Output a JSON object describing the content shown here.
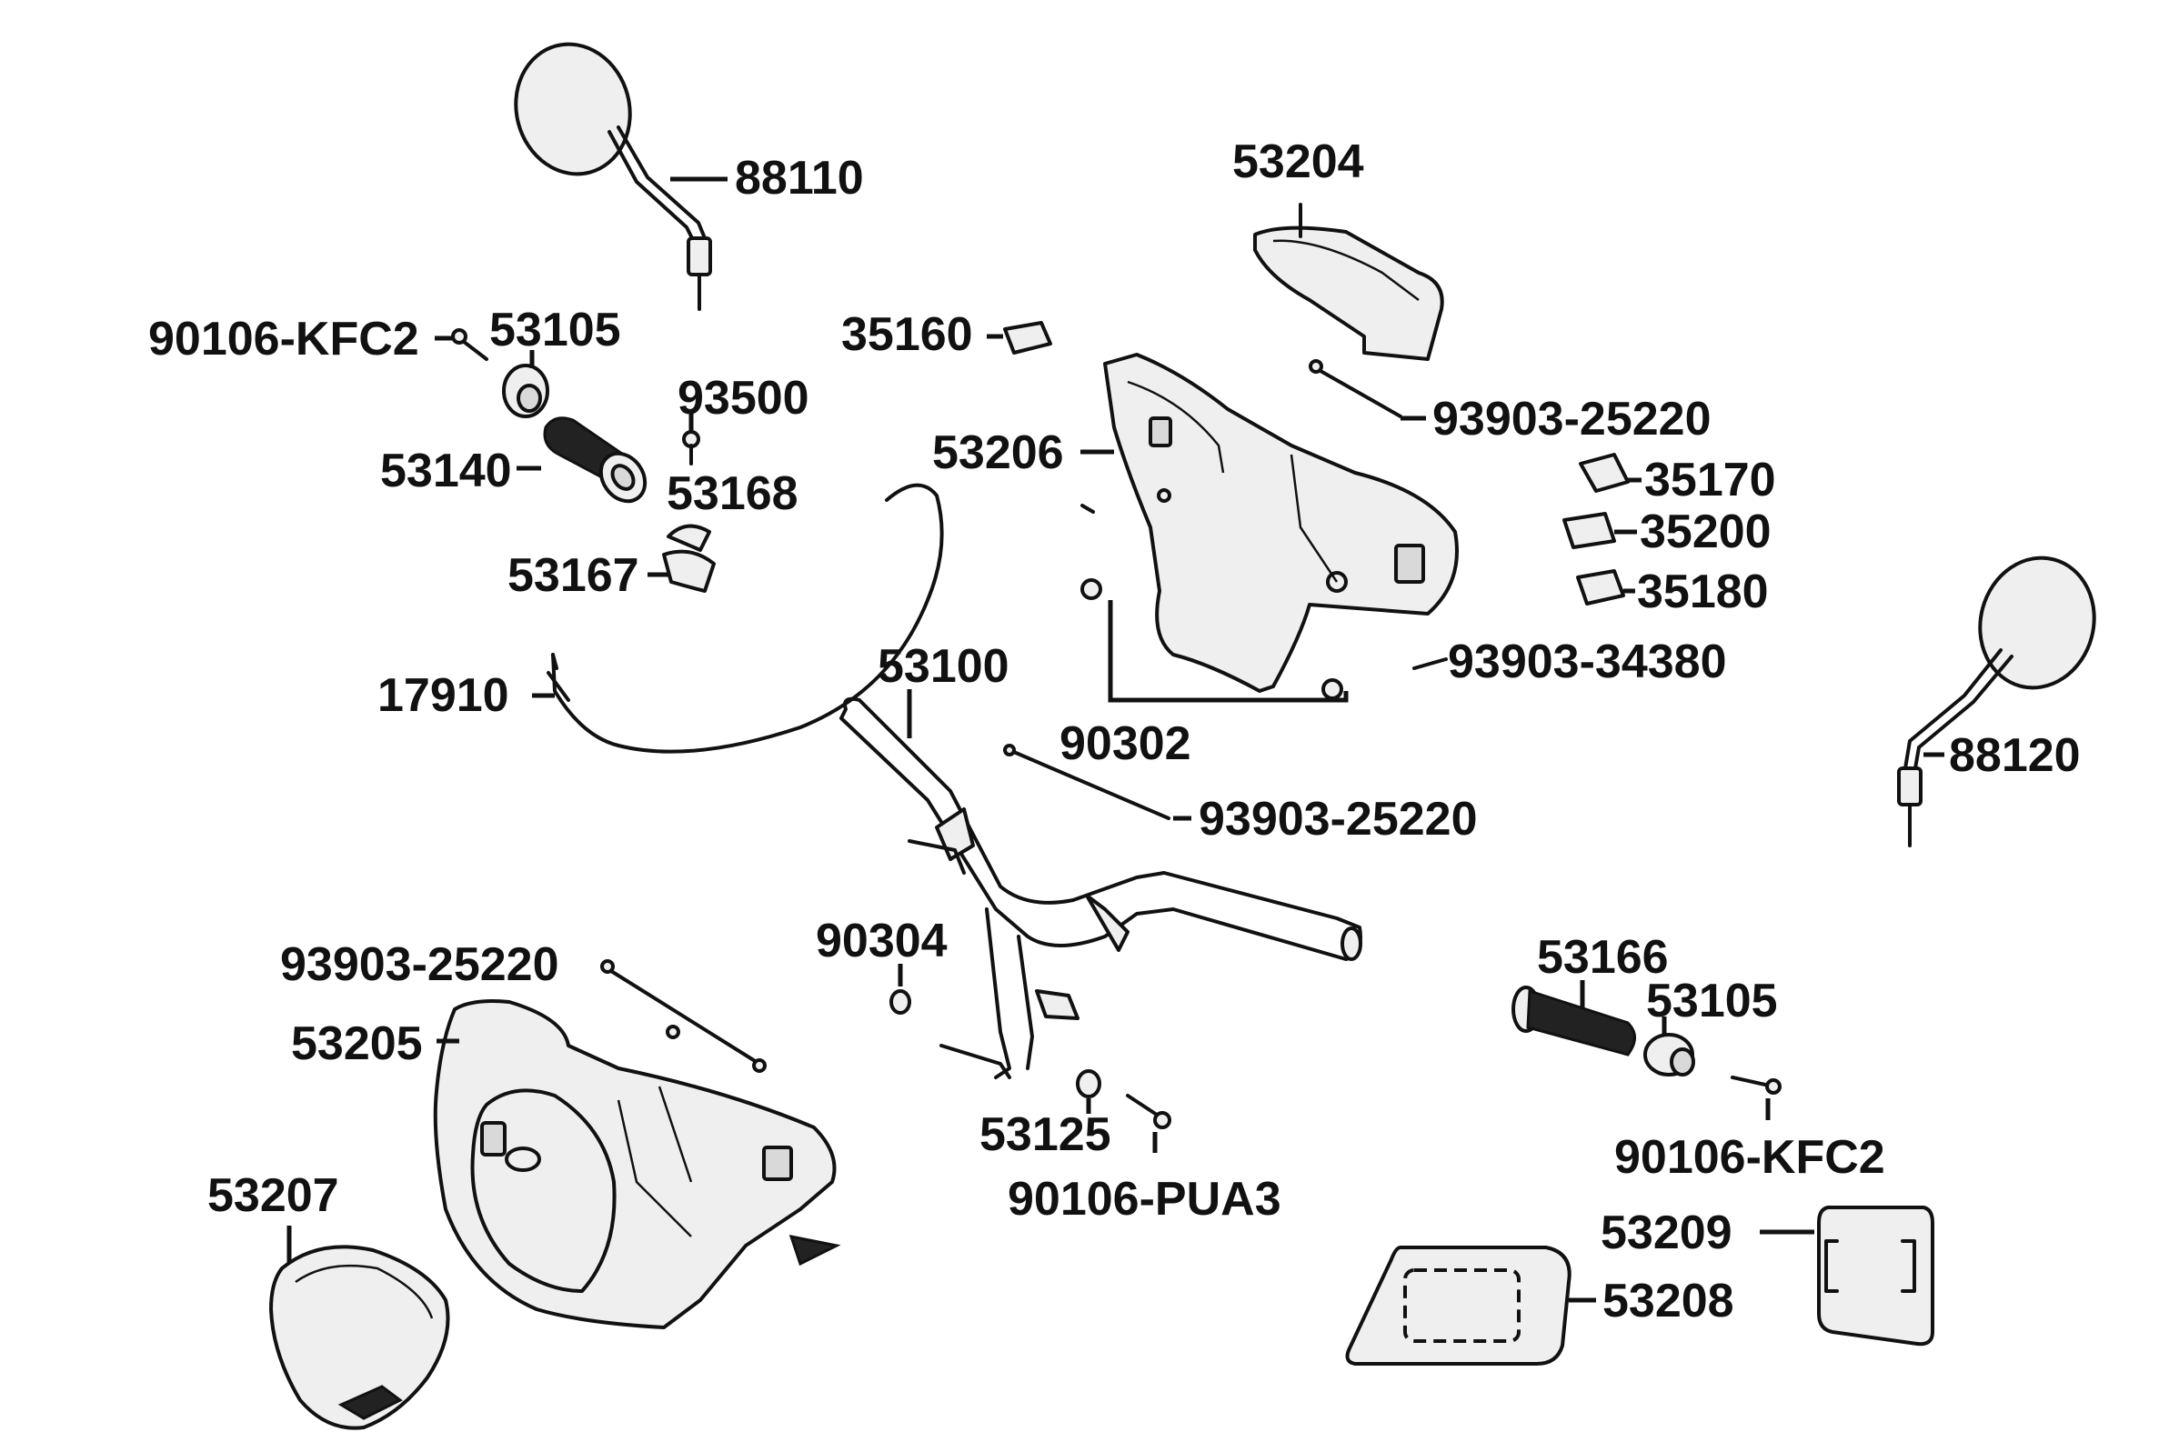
{
  "labels": {
    "p88110": "88110",
    "p53204": "53204",
    "p90106_kfc2_top": "90106-KFC2",
    "p53105_top": "53105",
    "p35160": "35160",
    "p93500": "93500",
    "p93903_25220_a": "93903-25220",
    "p53140": "53140",
    "p53206": "53206",
    "p53168": "53168",
    "p35170": "35170",
    "p35200": "35200",
    "p53167": "53167",
    "p35180": "35180",
    "p93903_34380": "93903-34380",
    "p53100": "53100",
    "p17910": "17910",
    "p90302": "90302",
    "p88120": "88120",
    "p93903_25220_b": "93903-25220",
    "p90304": "90304",
    "p53166": "53166",
    "p93903_25220_c": "93903-25220",
    "p53105_bottom": "53105",
    "p53205": "53205",
    "p53125": "53125",
    "p90106_kfc2_bottom": "90106-KFC2",
    "p53207": "53207",
    "p90106_pua3": "90106-PUA3",
    "p53209": "53209",
    "p53208": "53208"
  }
}
